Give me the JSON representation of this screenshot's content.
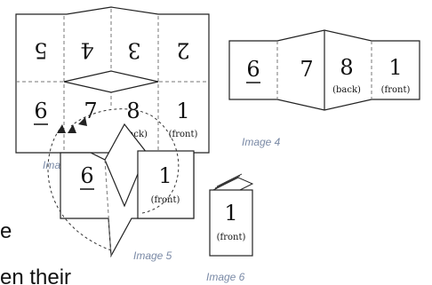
{
  "image3": {
    "top_row": [
      "2",
      "3",
      "4",
      "5"
    ],
    "bottom_row": [
      "6",
      "7",
      "8",
      "1"
    ],
    "labels": {
      "back": "(back)",
      "front": "(front)"
    },
    "caption": "Image 3"
  },
  "image4": {
    "pages": [
      "6",
      "7",
      "8",
      "1"
    ],
    "labels": {
      "back": "(back)",
      "front": "(front)"
    },
    "caption": "Image 4"
  },
  "image5": {
    "pages": [
      "6",
      "1"
    ],
    "labels": {
      "front": "(front)"
    },
    "caption": "Image 5"
  },
  "image6": {
    "page": "1",
    "label": "(front)",
    "caption": "Image 6"
  },
  "side_text": {
    "line1": "e",
    "line2": "en their"
  }
}
